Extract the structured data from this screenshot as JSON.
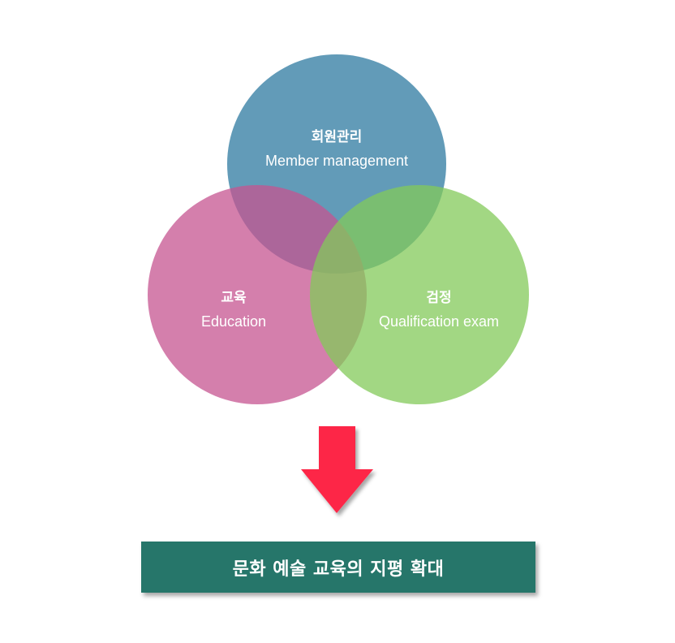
{
  "circles": [
    {
      "id": "member",
      "title": "회원관리",
      "subtitle": "Member management",
      "color": "#2e7aa0"
    },
    {
      "id": "education",
      "title": "교육",
      "subtitle": "Education",
      "color": "#c55490"
    },
    {
      "id": "qualification",
      "title": "검정",
      "subtitle": "Qualification exam",
      "color": "#83ca5a"
    }
  ],
  "arrow": {
    "color": "#fd2547",
    "icon": "down-arrow-icon"
  },
  "banner": {
    "text": "문화 예술 교육의 지평 확대",
    "color": "#26766a"
  }
}
